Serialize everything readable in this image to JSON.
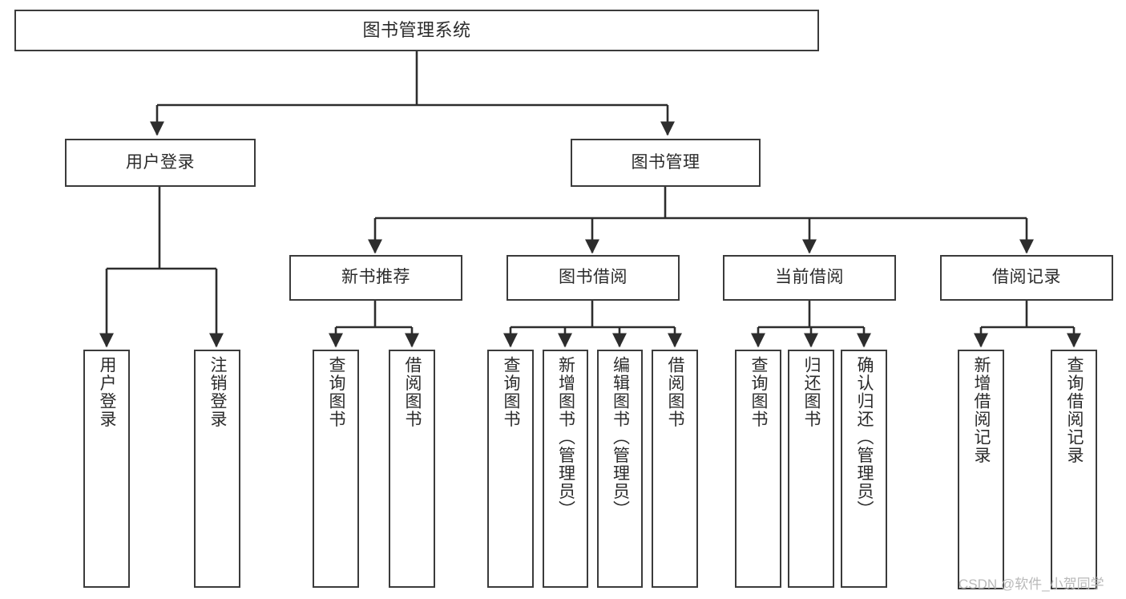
{
  "diagram": {
    "type": "tree-hierarchy",
    "title": "图书管理系统",
    "orientation": "top-down",
    "colors": {
      "box_border": "#3b3b3b",
      "box_fill": "#ffffff",
      "connector": "#2d2d2d",
      "text": "#2b2b2b",
      "watermark": "#b9b9b9",
      "background": "#ffffff"
    },
    "nodes": {
      "root": {
        "label": "图书管理系统",
        "level": 0,
        "text_direction": "horizontal"
      },
      "level1": [
        {
          "id": "user-login",
          "label": "用户登录",
          "text_direction": "horizontal"
        },
        {
          "id": "book-management",
          "label": "图书管理",
          "text_direction": "horizontal"
        }
      ],
      "level2": [
        {
          "id": "new-book-recommend",
          "label": "新书推荐",
          "parent": "book-management",
          "text_direction": "horizontal"
        },
        {
          "id": "book-borrow",
          "label": "图书借阅",
          "parent": "book-management",
          "text_direction": "horizontal"
        },
        {
          "id": "current-borrow",
          "label": "当前借阅",
          "parent": "book-management",
          "text_direction": "horizontal"
        },
        {
          "id": "borrow-record",
          "label": "借阅记录",
          "parent": "book-management",
          "text_direction": "horizontal"
        }
      ],
      "leaves": [
        {
          "id": "leaf-user-login",
          "label": "用户登录",
          "parent": "user-login",
          "text_direction": "vertical"
        },
        {
          "id": "leaf-logout-login",
          "label": "注销登录",
          "parent": "user-login",
          "text_direction": "vertical"
        },
        {
          "id": "leaf-query-book-1",
          "label": "查询图书",
          "parent": "new-book-recommend",
          "text_direction": "vertical"
        },
        {
          "id": "leaf-borrow-book-1",
          "label": "借阅图书",
          "parent": "new-book-recommend",
          "text_direction": "vertical"
        },
        {
          "id": "leaf-query-book-2",
          "label": "查询图书",
          "parent": "book-borrow",
          "text_direction": "vertical"
        },
        {
          "id": "leaf-add-book-admin",
          "label": "新增图书（管理员）",
          "parent": "book-borrow",
          "text_direction": "vertical"
        },
        {
          "id": "leaf-edit-book-admin",
          "label": "编辑图书（管理员）",
          "parent": "book-borrow",
          "text_direction": "vertical"
        },
        {
          "id": "leaf-borrow-book-2",
          "label": "借阅图书",
          "parent": "book-borrow",
          "text_direction": "vertical"
        },
        {
          "id": "leaf-query-book-3",
          "label": "查询图书",
          "parent": "current-borrow",
          "text_direction": "vertical"
        },
        {
          "id": "leaf-return-book",
          "label": "归还图书",
          "parent": "current-borrow",
          "text_direction": "vertical"
        },
        {
          "id": "leaf-confirm-return-admin",
          "label": "确认归还（管理员）",
          "parent": "current-borrow",
          "text_direction": "vertical"
        },
        {
          "id": "leaf-add-borrow-record",
          "label": "新增借阅记录",
          "parent": "borrow-record",
          "text_direction": "vertical"
        },
        {
          "id": "leaf-query-borrow-record",
          "label": "查询借阅记录",
          "parent": "borrow-record",
          "text_direction": "vertical"
        }
      ]
    }
  },
  "watermark": {
    "text": "CSDN @软件_小贺同学"
  }
}
